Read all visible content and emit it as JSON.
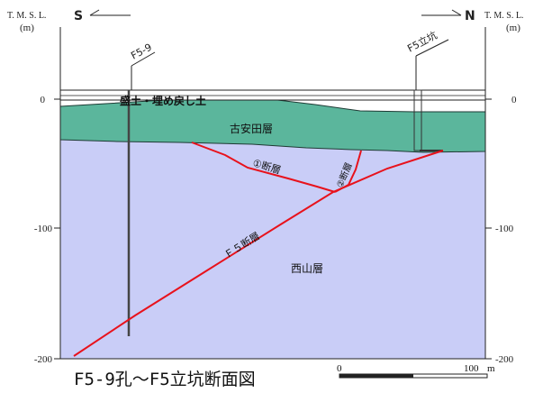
{
  "section": {
    "caption": "F5-9孔〜F5立坑断面図",
    "colors": {
      "background": "#ffffff",
      "nishiyama": "#c9cdf7",
      "koyasuda": "#5bb69c",
      "fault": "#e8121c",
      "outline": "#222222",
      "borehole": "#444444"
    },
    "left_axis": {
      "unit_top": "T. M. S. L.",
      "unit_bottom": "(m)",
      "ticks": [
        "0",
        "-100",
        "-200"
      ]
    },
    "right_axis": {
      "unit_top": "T. M. S. L.",
      "unit_bottom": "(m)",
      "ticks": [
        "0",
        "-100",
        "-200"
      ]
    },
    "direction_left": "S",
    "direction_right": "N",
    "layers": {
      "fill": "盛土・埋め戻し土",
      "koyasuda": "古安田層",
      "nishiyama": "西山層"
    },
    "boreholes": {
      "f5_9": "F5-9",
      "f5_shaft": "F5立坑"
    },
    "faults": {
      "fault_1": "①断層",
      "fault_2": "②断層",
      "fault_f5": "Ｆ５断層"
    },
    "scale": {
      "start": "0",
      "end": "100",
      "unit": "m"
    }
  }
}
